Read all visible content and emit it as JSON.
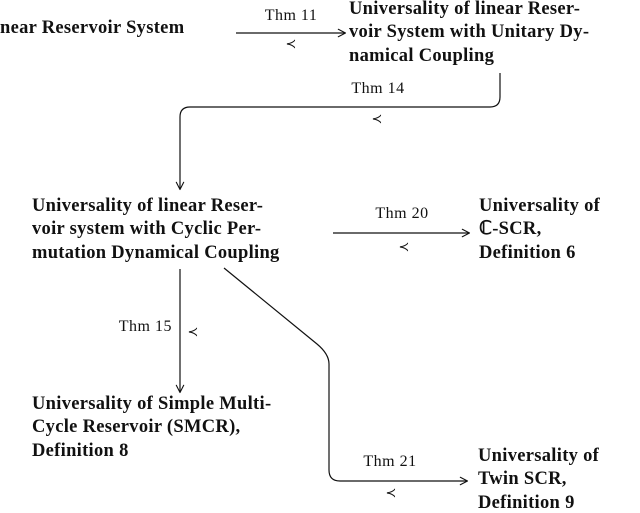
{
  "diagram": {
    "background_color": "#ffffff",
    "line_color": "#111111",
    "nodes": {
      "linear_rs": {
        "text": "near Reservoir System"
      },
      "unitary": {
        "text": "Universality of linear Reser-\nvoir System with Unitary Dy-\nnamical Coupling"
      },
      "cyclic": {
        "text": "Universality of linear Reser-\nvoir system with Cyclic Per-\nmutation Dynamical Coupling"
      },
      "cscr": {
        "text": "Universality of\nℂ-SCR,\nDefinition 6"
      },
      "smcr": {
        "text": "Universality of Simple Multi-\nCycle Reservoir (SMCR),\nDefinition 8"
      },
      "twin_scr": {
        "text": "Universality of\nTwin SCR,\nDefinition 9"
      }
    },
    "edges": {
      "thm11": {
        "label": "Thm 11",
        "relation": "≺"
      },
      "thm14": {
        "label": "Thm 14",
        "relation": "≺"
      },
      "thm20": {
        "label": "Thm 20",
        "relation": "≺"
      },
      "thm15": {
        "label": "Thm 15",
        "relation": "≺"
      },
      "thm21": {
        "label": "Thm 21",
        "relation": "≺"
      }
    }
  }
}
